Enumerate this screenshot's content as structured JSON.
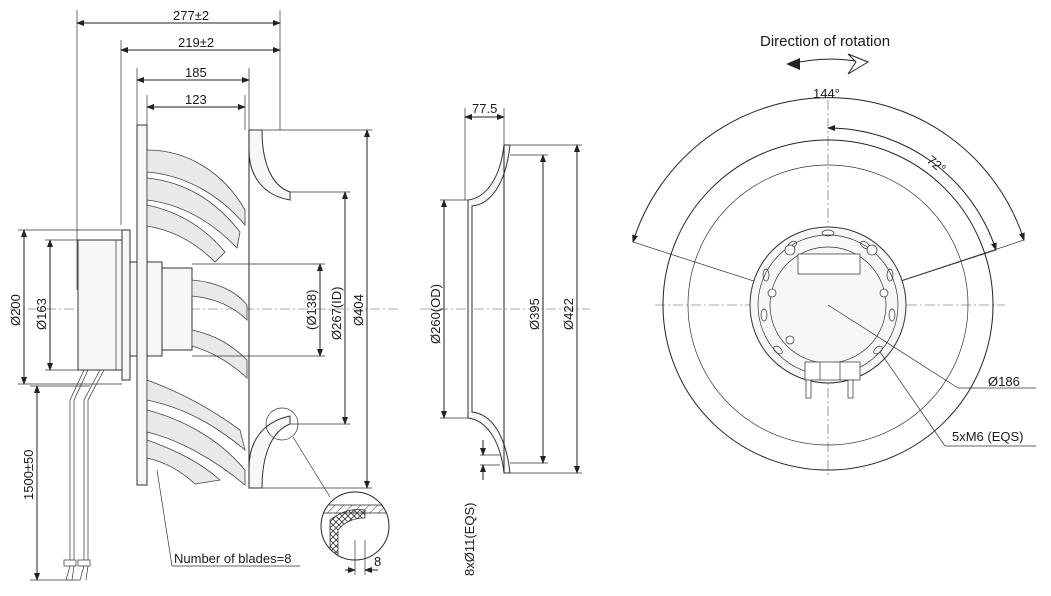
{
  "side_view": {
    "dim_overall": "277±2",
    "dim_body": "219±2",
    "dim_wheel": "185",
    "dim_hub": "123",
    "dia_motor": "Ø200",
    "dia_motor_inner": "Ø163",
    "dia_hub": "(Ø138)",
    "dia_inlet_id": "Ø267(ID)",
    "dia_wheel": "Ø404",
    "cable_length": "1500±50",
    "blades_note": "Number of blades=8",
    "detail_dim": "8"
  },
  "inlet_ring": {
    "dim_depth": "77.5",
    "dia_od": "Ø260(OD)",
    "dia_395": "Ø395",
    "dia_422": "Ø422",
    "holes": "8xØ11(EQS)"
  },
  "front_view": {
    "rotation_label": "Direction of rotation",
    "angle_144": "144°",
    "angle_72": "72°",
    "dia_186": "Ø186",
    "screws": "5xM6 (EQS)"
  }
}
